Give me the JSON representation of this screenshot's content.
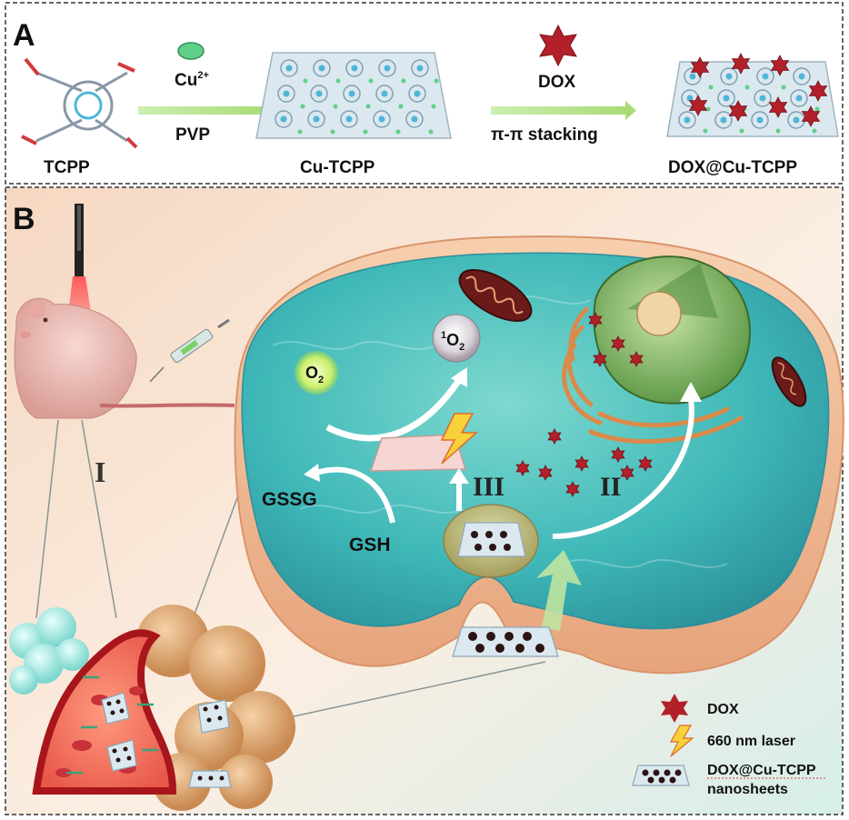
{
  "panel_a": {
    "label": "A",
    "tcpp": "TCPP",
    "cu_ion_base": "Cu",
    "cu_ion_charge": "2+",
    "pvp": "PVP",
    "cu_tcpp": "Cu-TCPP",
    "dox": "DOX",
    "stacking": "π-π stacking",
    "dox_cu_tcpp": "DOX@Cu-TCPP"
  },
  "panel_b": {
    "label": "B",
    "route_i": "I",
    "route_ii": "II",
    "route_iii": "III",
    "o2": "O",
    "o2_sub": "2",
    "singlet_sup": "1",
    "singlet_base": "O",
    "singlet_sub": "2",
    "gssg": "GSSG",
    "gsh": "GSH"
  },
  "legend": {
    "dox": "DOX",
    "laser": "660 nm laser",
    "nanosheets_line1": "DOX@Cu-TCPP",
    "nanosheets_line2": "nanosheets"
  },
  "colors": {
    "arrow_green": "#b8e08a",
    "dox_red": "#b3202a",
    "cell_water": "#3fb8b8",
    "membrane": "#efb58c",
    "vessel_red": "#a8161c",
    "sheet_blue": "#c9dbe6"
  }
}
